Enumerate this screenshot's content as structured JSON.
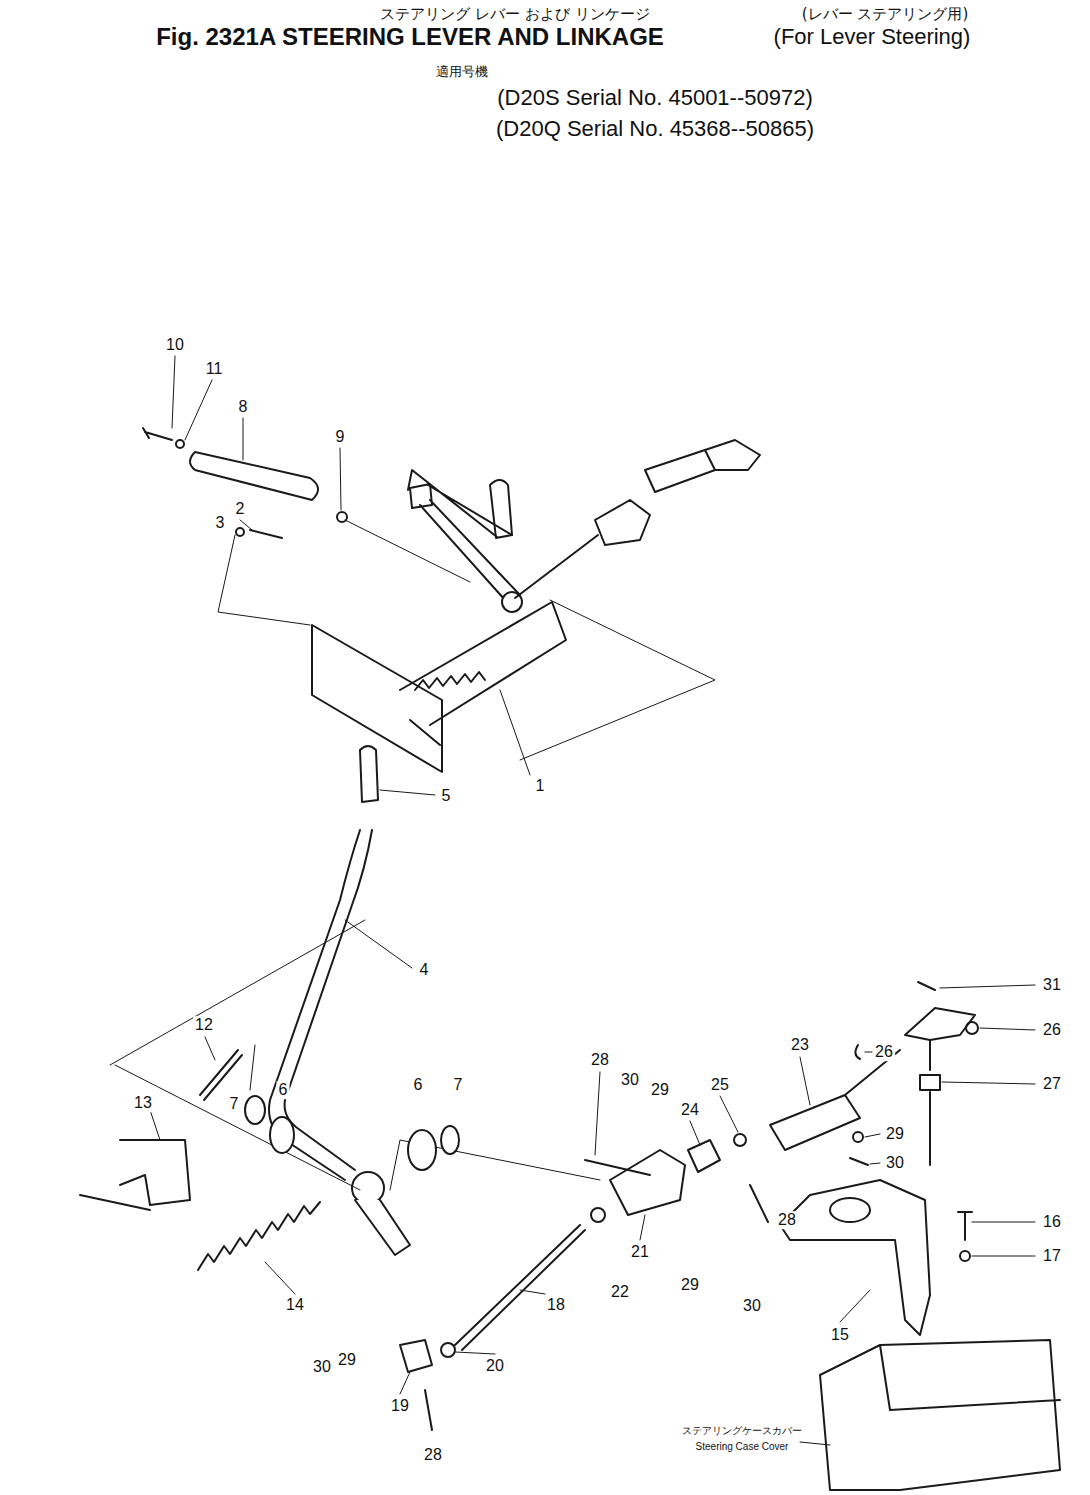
{
  "diagram": {
    "title": "Fig. 2321A STEERING LEVER AND LINKAGE",
    "labels": [
      "ステアリング レバー および リンケージ",
      "(レバー ステアリング用)",
      "(For Lever Steering)",
      "適用号機",
      "(D20S Serial No. 45001--50972)",
      "(D20Q Serial No. 45368--50865)",
      "10",
      "11",
      "8",
      "9",
      "2",
      "3",
      "1",
      "5",
      "4",
      "31",
      "26",
      "26",
      "27",
      "23",
      "25",
      "24",
      "29",
      "30",
      "28",
      "29",
      "30",
      "28",
      "21",
      "22",
      "29",
      "30",
      "18",
      "20",
      "19",
      "28",
      "30",
      "29",
      "14",
      "12",
      "13",
      "7",
      "6",
      "6",
      "7",
      "16",
      "17",
      "15",
      "ステアリングケースカバー",
      "Steering Case Cover"
    ]
  }
}
